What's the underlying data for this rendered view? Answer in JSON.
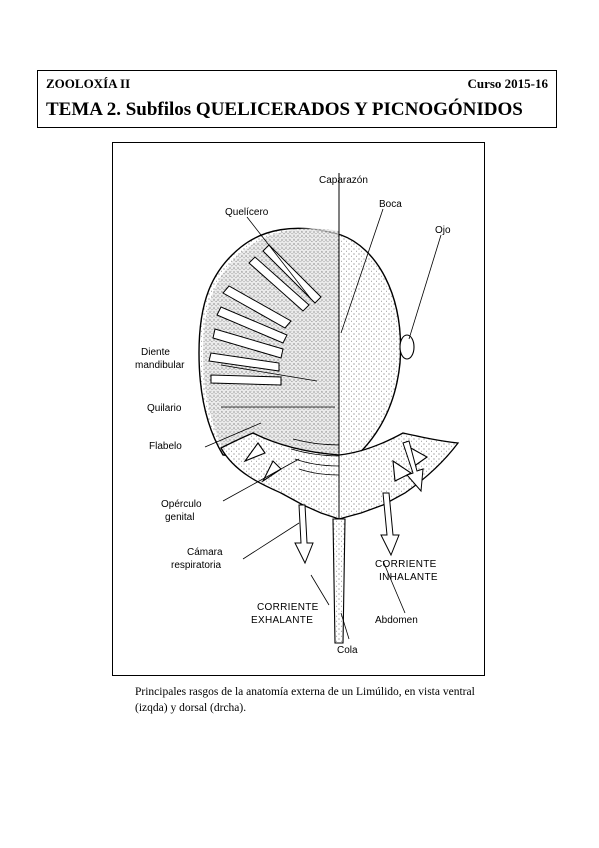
{
  "header": {
    "course": "ZOOLOXÍA II",
    "year": "Curso 2015-16",
    "title": "TEMA 2. Subfilos QUELICERADOS Y PICNOGÓNIDOS"
  },
  "figure": {
    "labels": {
      "caparazon": "Caparazón",
      "boca": "Boca",
      "quelicero": "Quelícero",
      "ojo": "Ojo",
      "diente_1": "Diente",
      "diente_2": "mandibular",
      "quilario": "Quilario",
      "flabelo": "Flabelo",
      "operculo_1": "Opérculo",
      "operculo_2": "genital",
      "camara_1": "Cámara",
      "camara_2": "respiratoria",
      "corriente_inh_1": "CORRIENTE",
      "corriente_inh_2": "INHALANTE",
      "corriente_exh_1": "CORRIENTE",
      "corriente_exh_2": "EXHALANTE",
      "abdomen": "Abdomen",
      "cola": "Cola"
    }
  },
  "caption": {
    "text": "Principales rasgos de la anatomía externa de un Limúlido, en vista ventral (izqda) y dorsal (drcha)."
  }
}
